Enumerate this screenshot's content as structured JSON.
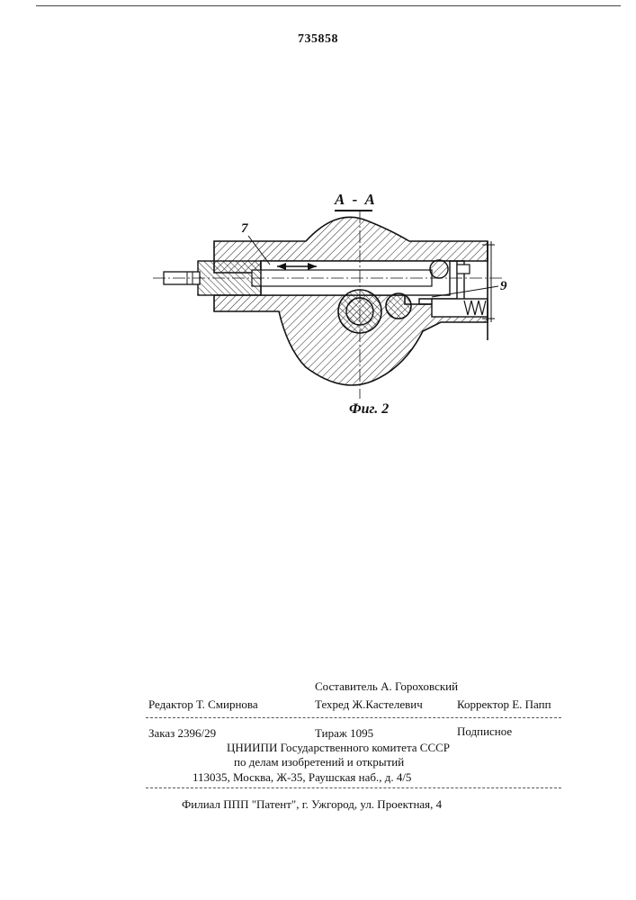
{
  "document": {
    "patent_number": "735858",
    "section_label": "А - А",
    "figure_caption": "Фиг. 2",
    "callouts": {
      "rod": "7",
      "detent": "9"
    }
  },
  "credits": {
    "compiler": "Составитель А. Гороховский",
    "editor": "Редактор Т. Смирнова",
    "tech_editor": "Техред Ж.Кастелевич",
    "proofreader": "Корректор Е. Папп"
  },
  "publication": {
    "order": "Заказ 2396/29",
    "print_run": "Тираж 1095",
    "subscription": "Подписное",
    "institute_line1": "ЦНИИПИ Государственного комитета СССР",
    "institute_line2": "по делам изобретений и открытий",
    "address": "113035, Москва, Ж-35, Раушская наб., д. 4/5"
  },
  "branch": {
    "text": "Филиал ППП \"Патент\", г. Ужгород, ул. Проектная, 4"
  }
}
